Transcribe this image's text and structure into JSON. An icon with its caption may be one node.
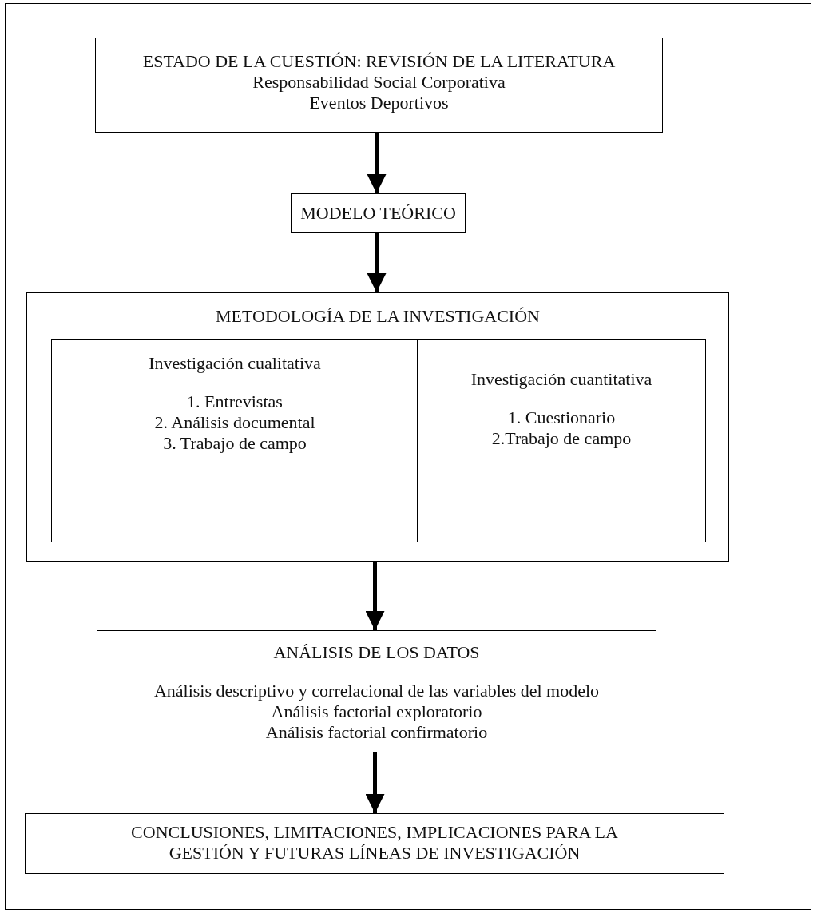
{
  "diagram": {
    "nodes": [
      {
        "text": [
          "ESTADO DE LA CUESTIÓN: REVISIÓN DE LA LITERATURA",
          "Responsabilidad Social Corporativa",
          "Eventos Deportivos"
        ]
      },
      {
        "text": [
          "MODELO TEÓRICO"
        ]
      },
      {
        "text": [
          "METODOLOGÍA DE LA INVESTIGACIÓN"
        ]
      },
      {
        "text": [
          "Investigación cualitativa",
          "1. Entrevistas",
          "2. Análisis documental",
          "3. Trabajo de campo"
        ],
        "in": 2
      },
      {
        "text": [
          "Investigación cuantitativa",
          "1. Cuestionario",
          "2.Trabajo de campo"
        ],
        "in": 2
      },
      {
        "text": [
          "ANÁLISIS DE LOS DATOS",
          "Análisis descriptivo y correlacional de las variables del modelo",
          "Análisis factorial exploratorio",
          "Análisis factorial confirmatorio"
        ]
      },
      {
        "text": [
          "CONCLUSIONES, LIMITACIONES, IMPLICACIONES PARA LA GESTIÓN Y FUTURAS LÍNEAS DE INVESTIGACIÓN"
        ]
      }
    ],
    "edges": [
      {
        "from": 0,
        "to": 1,
        "arrow": "to"
      },
      {
        "from": 1,
        "to": 2,
        "arrow": "to"
      },
      {
        "from": 2,
        "to": 5,
        "arrow": "to"
      },
      {
        "from": 5,
        "to": 6,
        "arrow": "to"
      }
    ]
  }
}
